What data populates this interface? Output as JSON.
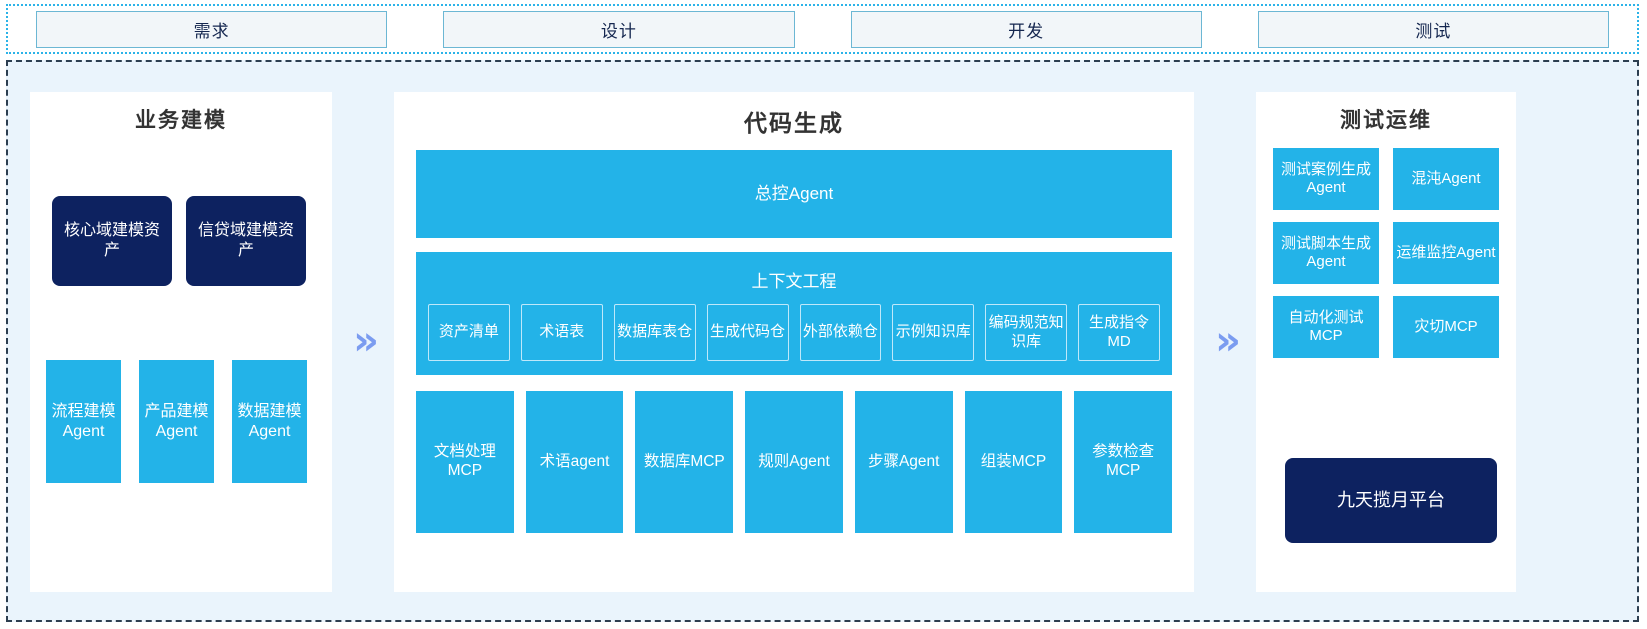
{
  "phases": [
    {
      "label": "需求"
    },
    {
      "label": "设计"
    },
    {
      "label": "开发"
    },
    {
      "label": "测试"
    }
  ],
  "arrows": {
    "glyph": "»",
    "name": "double-chevron-right-icon",
    "color": "#7b9cf0"
  },
  "colors": {
    "cyan": "#23b3e8",
    "navy": "#0d2260",
    "panel_bg": "#eaf4fc",
    "card_bg": "#ffffff",
    "phase_border": "#6cb7d4",
    "phase_fill": "#f2f6f9",
    "phase_text": "#14264f",
    "outer_dashed": "#2c3e50",
    "outer_dotted": "#2bb3e8"
  },
  "left": {
    "title": "业务建模",
    "assets": [
      {
        "label": "核心域建模资产"
      },
      {
        "label": "信贷域建模资产"
      }
    ],
    "agents": [
      {
        "label": "流程建模Agent"
      },
      {
        "label": "产品建模Agent"
      },
      {
        "label": "数据建模Agent"
      }
    ]
  },
  "center": {
    "title": "代码生成",
    "master_agent": "总控Agent",
    "context": {
      "title": "上下文工程",
      "items": [
        {
          "label": "资产清单"
        },
        {
          "label": "术语表"
        },
        {
          "label": "数据库表仓"
        },
        {
          "label": "生成代码仓"
        },
        {
          "label": "外部依赖仓"
        },
        {
          "label": "示例知识库"
        },
        {
          "label": "编码规范知识库"
        },
        {
          "label": "生成指令MD"
        }
      ]
    },
    "tools": [
      {
        "label": "文档处理MCP"
      },
      {
        "label": "术语agent"
      },
      {
        "label": "数据库MCP"
      },
      {
        "label": "规则Agent"
      },
      {
        "label": "步骤Agent"
      },
      {
        "label": "组装MCP"
      },
      {
        "label": "参数检查MCP"
      }
    ]
  },
  "right": {
    "title": "测试运维",
    "agents": [
      {
        "label": "测试案例生成Agent"
      },
      {
        "label": "混沌Agent"
      },
      {
        "label": "测试脚本生成Agent"
      },
      {
        "label": "运维监控Agent"
      },
      {
        "label": "自动化测试MCP"
      },
      {
        "label": "灾切MCP"
      }
    ],
    "platform": "九天揽月平台"
  }
}
